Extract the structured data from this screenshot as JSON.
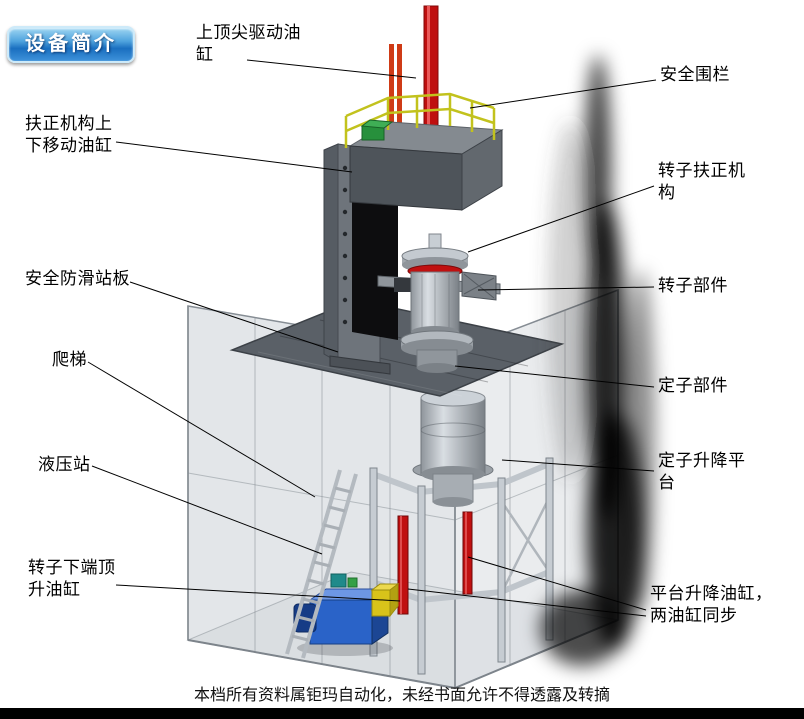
{
  "page": {
    "badge": "设备简介",
    "footer": "本档所有资料属钜玛自动化，未经书面允许不得透露及转摘"
  },
  "labels": {
    "top_tip_drive_cylinder": "上顶尖驱动油缸",
    "safety_fence": "安全围栏",
    "centering_lift_cylinder": "扶正机构上下移动油缸",
    "rotor_centering_mechanism": "转子扶正机构",
    "anti_slip_platform": "安全防滑站板",
    "rotor_component": "转子部件",
    "ladder": "爬梯",
    "stator_component": "定子部件",
    "hydraulic_station": "液压站",
    "stator_lift_platform": "定子升降平台",
    "rotor_bottom_jack_cylinder": "转子下端顶升油缸",
    "platform_lift_cylinders": "平台升降油缸，两油缸同步"
  },
  "colors": {
    "badge_blue": "#1a6fc0",
    "cylinder_red": "#c01010",
    "railing_yellow": "#c2c21d",
    "hydraulic_blue": "#2a63c8",
    "platform_gray": "#5a6067"
  }
}
